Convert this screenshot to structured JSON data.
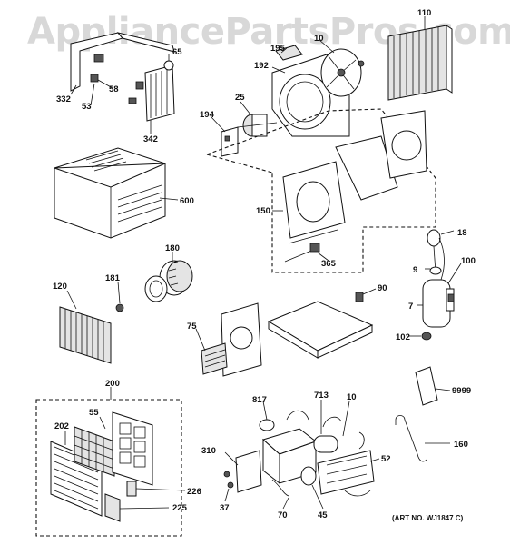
{
  "watermark": "AppliancePartsPros.com",
  "art_number": "(ART NO. WJ1847 C)",
  "parts": {
    "p110": "110",
    "p195": "195",
    "p10a": "10",
    "p65": "65",
    "p192": "192",
    "p332": "332",
    "p58": "58",
    "p53": "53",
    "p342": "342",
    "p25": "25",
    "p194": "194",
    "p600": "600",
    "p150": "150",
    "p18": "18",
    "p180": "180",
    "p9": "9",
    "p100": "100",
    "p365": "365",
    "p181": "181",
    "p120": "120",
    "p90": "90",
    "p7": "7",
    "p75": "75",
    "p102": "102",
    "p9999": "9999",
    "p200": "200",
    "p817": "817",
    "p713": "713",
    "p10b": "10",
    "p55": "55",
    "p202": "202",
    "p160": "160",
    "p310": "310",
    "p52": "52",
    "p226": "226",
    "p225": "225",
    "p37": "37",
    "p70": "70",
    "p45": "45"
  }
}
